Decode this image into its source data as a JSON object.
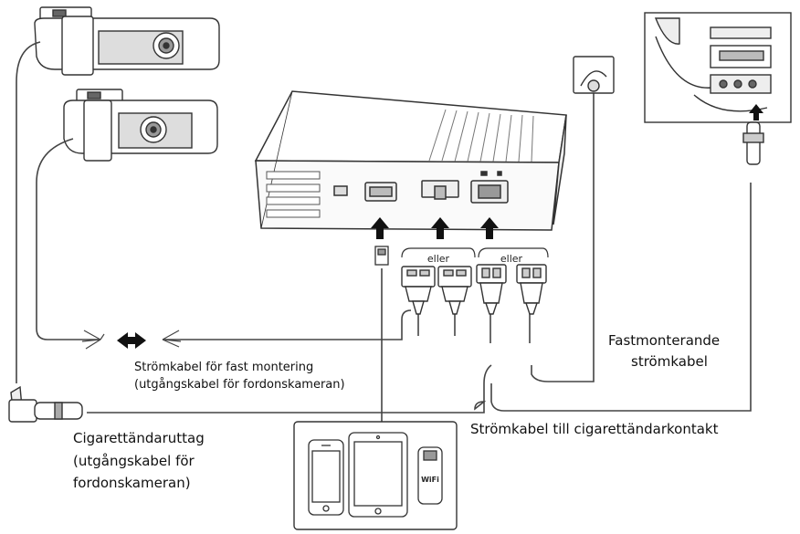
{
  "labels": {
    "permanent_cable": "Strömkabel för fast montering",
    "permanent_cable_sub": "(utgångskabel för fordonskameran)",
    "cigar_socket": "Cigarettändaruttag",
    "cigar_socket_sub1": "(utgångskabel för",
    "cigar_socket_sub2": "fordonskameran)",
    "fixed_mount_line1": "Fastmonterande",
    "fixed_mount_line2": "strömkabel",
    "cigar_cable": "Strömkabel till cigarettändarkontakt",
    "or_left": "eller",
    "or_right": "eller",
    "wifi": "WiFi"
  },
  "icons": [
    "dashcam-front-icon",
    "dashcam-rear-icon",
    "power-box-icon",
    "gps-antenna-icon",
    "car-dashboard-icon",
    "phone-icon",
    "tablet-icon",
    "wifi-dongle-icon"
  ]
}
